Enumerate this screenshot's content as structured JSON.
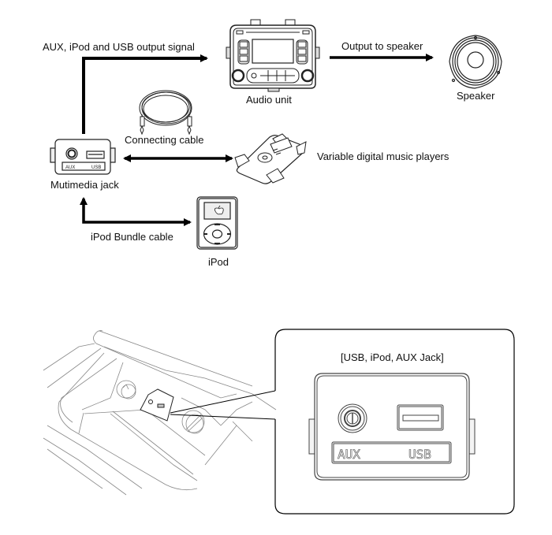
{
  "diagram": {
    "top": {
      "labels": {
        "output_signal": "AUX, iPod and USB output signal",
        "output_to_speaker": "Output to speaker",
        "audio_unit": "Audio unit",
        "speaker": "Speaker",
        "connecting_cable": "Connecting cable",
        "multimedia_jack": "Mutimedia jack",
        "music_players": "Variable digital music players",
        "ipod_bundle_cable": "iPod Bundle cable",
        "ipod": "iPod"
      },
      "jack_labels": {
        "aux": "AUX",
        "usb": "USB"
      },
      "connections": [
        {
          "from": "Mutimedia jack",
          "to": "Audio unit",
          "label": "AUX, iPod and USB output signal",
          "direction": "one-way"
        },
        {
          "from": "Audio unit",
          "to": "Speaker",
          "label": "Output to speaker",
          "direction": "one-way"
        },
        {
          "from": "Mutimedia jack",
          "to": "Variable digital music players",
          "label": "Connecting cable",
          "direction": "two-way"
        },
        {
          "from": "iPod",
          "to": "Mutimedia jack",
          "label": "iPod Bundle cable",
          "direction": "two-way"
        }
      ]
    },
    "bottom": {
      "inset_title": "[USB, iPod, AUX Jack]",
      "jack_labels": {
        "aux": "AUX",
        "usb": "USB"
      }
    }
  }
}
